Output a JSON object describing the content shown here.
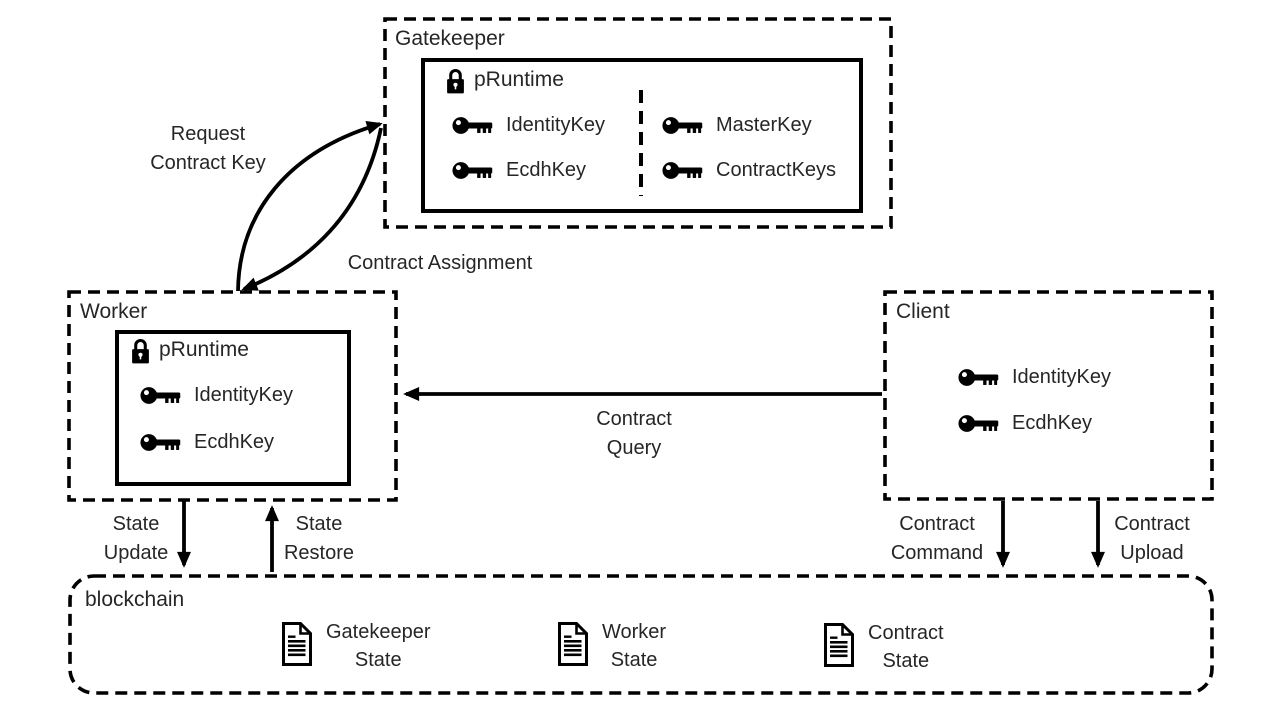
{
  "colors": {
    "ink": "#000000",
    "text": "#262626",
    "background": "#ffffff"
  },
  "gatekeeper": {
    "title": "Gatekeeper",
    "pruntime": {
      "title": "pRuntime",
      "left_keys": [
        "IdentityKey",
        "EcdhKey"
      ],
      "right_keys": [
        "MasterKey",
        "ContractKeys"
      ]
    }
  },
  "worker": {
    "title": "Worker",
    "pruntime": {
      "title": "pRuntime",
      "keys": [
        "IdentityKey",
        "EcdhKey"
      ]
    }
  },
  "client": {
    "title": "Client",
    "keys": [
      "IdentityKey",
      "EcdhKey"
    ]
  },
  "blockchain": {
    "title": "blockchain",
    "states": [
      {
        "line1": "Gatekeeper",
        "line2": "State"
      },
      {
        "line1": "Worker",
        "line2": "State"
      },
      {
        "line1": "Contract",
        "line2": "State"
      }
    ]
  },
  "arrows": {
    "request_contract_key": {
      "line1": "Request",
      "line2": "Contract Key"
    },
    "contract_assignment": {
      "label": "Contract Assignment"
    },
    "contract_query": {
      "line1": "Contract",
      "line2": "Query"
    },
    "state_update": {
      "line1": "State",
      "line2": "Update"
    },
    "state_restore": {
      "line1": "State",
      "line2": "Restore"
    },
    "contract_command": {
      "line1": "Contract",
      "line2": "Command"
    },
    "contract_upload": {
      "line1": "Contract",
      "line2": "Upload"
    }
  }
}
